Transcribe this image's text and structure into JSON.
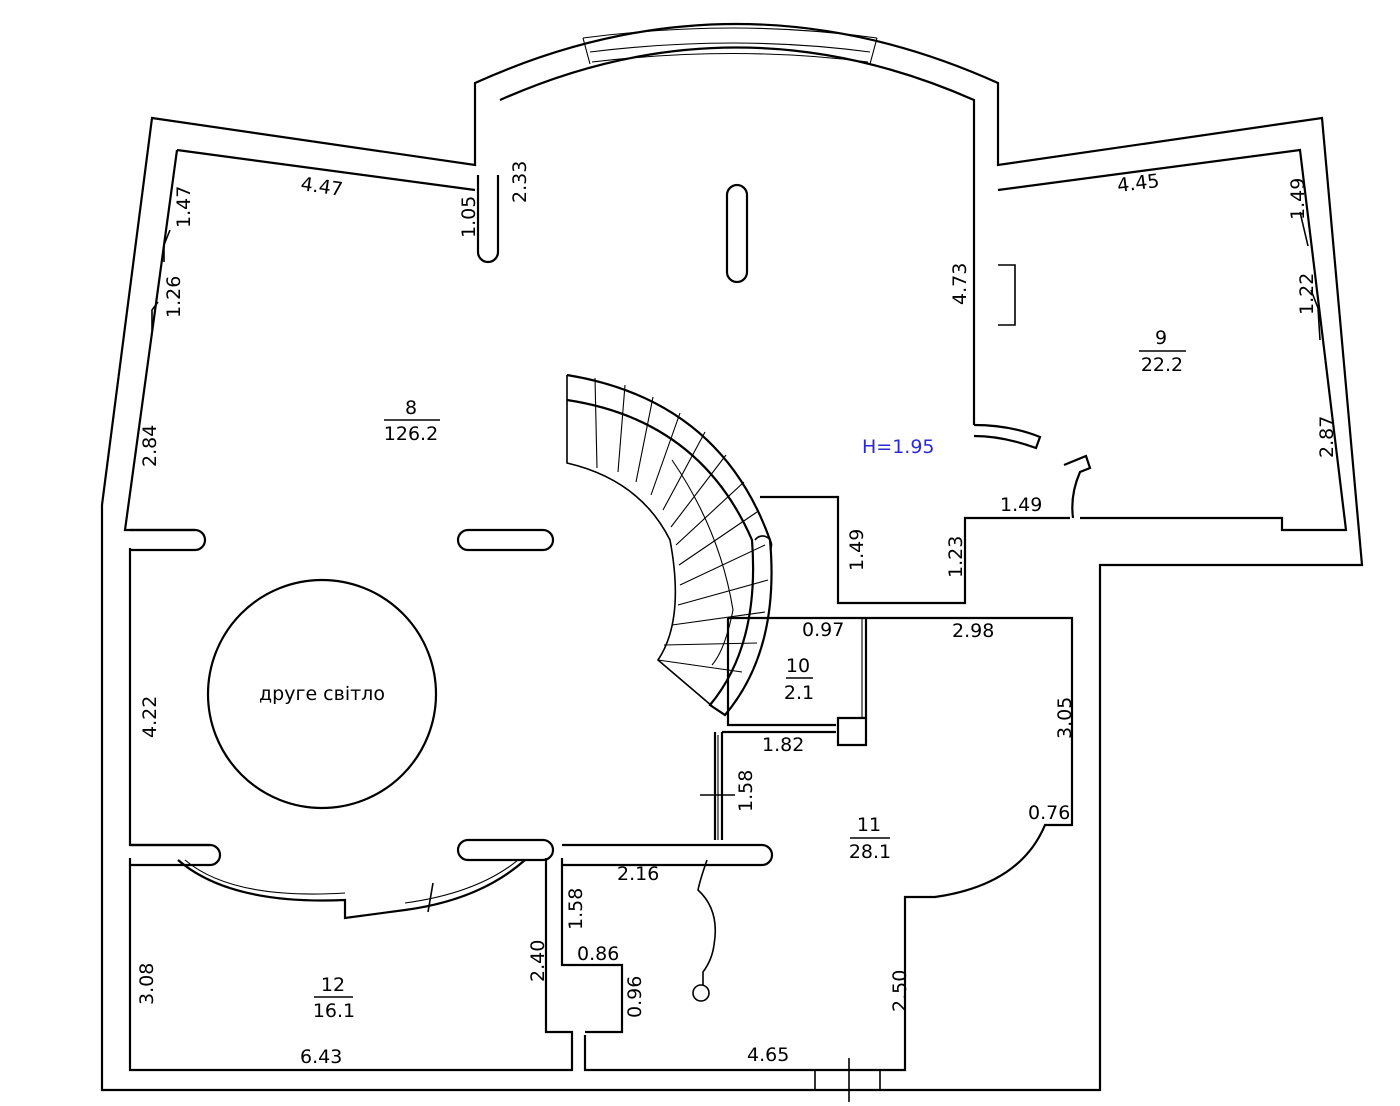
{
  "rooms": [
    {
      "number": "8",
      "area": "126.2"
    },
    {
      "number": "9",
      "area": "22.2"
    },
    {
      "number": "10",
      "area": "2.1"
    },
    {
      "number": "11",
      "area": "28.1"
    },
    {
      "number": "12",
      "area": "16.1"
    }
  ],
  "height_label": "H=1.95",
  "void_label": "друге світло",
  "dimensions": {
    "d_4_47": "4.47",
    "d_1_47": "1.47",
    "d_1_26": "1.26",
    "d_2_84": "2.84",
    "d_1_05": "1.05",
    "d_2_33": "2.33",
    "d_4_73": "4.73",
    "d_4_45": "4.45",
    "d_1_49_right": "1.49",
    "d_1_22": "1.22",
    "d_2_87": "2.87",
    "d_1_49_bottom": "1.49",
    "d_1_23": "1.23",
    "d_1_49_vertical": "1.49",
    "d_0_97": "0.97",
    "d_2_98": "2.98",
    "d_3_05": "3.05",
    "d_1_82": "1.82",
    "d_1_58_upper": "1.58",
    "d_0_76": "0.76",
    "d_4_22": "4.22",
    "d_2_16": "2.16",
    "d_1_58_lower": "1.58",
    "d_0_86": "0.86",
    "d_0_96": "0.96",
    "d_2_40": "2.40",
    "d_3_08": "3.08",
    "d_6_43": "6.43",
    "d_2_50": "2.50",
    "d_4_65": "4.65"
  }
}
